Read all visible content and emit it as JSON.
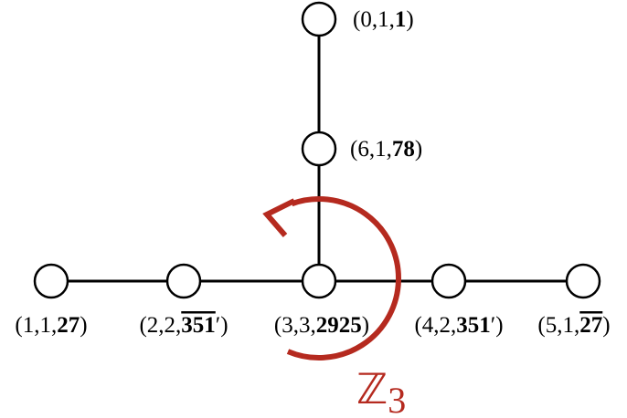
{
  "colors": {
    "line": "#000000",
    "node_fill": "#ffffff",
    "accent": "#b52a1f"
  },
  "nodes": [
    {
      "id": "n0",
      "pre": "(0,1,",
      "rep": "1",
      "overline": false,
      "prime": false,
      "post": ")"
    },
    {
      "id": "n6",
      "pre": "(6,1,",
      "rep": "78",
      "overline": false,
      "prime": false,
      "post": ")"
    },
    {
      "id": "n1",
      "pre": "(1,1,",
      "rep": "27",
      "overline": false,
      "prime": false,
      "post": ")"
    },
    {
      "id": "n2",
      "pre": "(2,2,",
      "rep": "351",
      "overline": true,
      "prime": true,
      "post": ")"
    },
    {
      "id": "n3",
      "pre": "(3,3,",
      "rep": "2925",
      "overline": false,
      "prime": false,
      "post": ")"
    },
    {
      "id": "n4",
      "pre": "(4,2,",
      "rep": "351",
      "overline": false,
      "prime": true,
      "post": ")"
    },
    {
      "id": "n5",
      "pre": "(5,1,",
      "rep": "27",
      "overline": true,
      "prime": false,
      "post": ")"
    }
  ],
  "edges": [
    [
      "n1",
      "n2"
    ],
    [
      "n2",
      "n3"
    ],
    [
      "n3",
      "n4"
    ],
    [
      "n4",
      "n5"
    ],
    [
      "n3",
      "n6"
    ],
    [
      "n6",
      "n0"
    ]
  ],
  "symmetry": {
    "symbol": "ℤ",
    "subscript": "3"
  }
}
